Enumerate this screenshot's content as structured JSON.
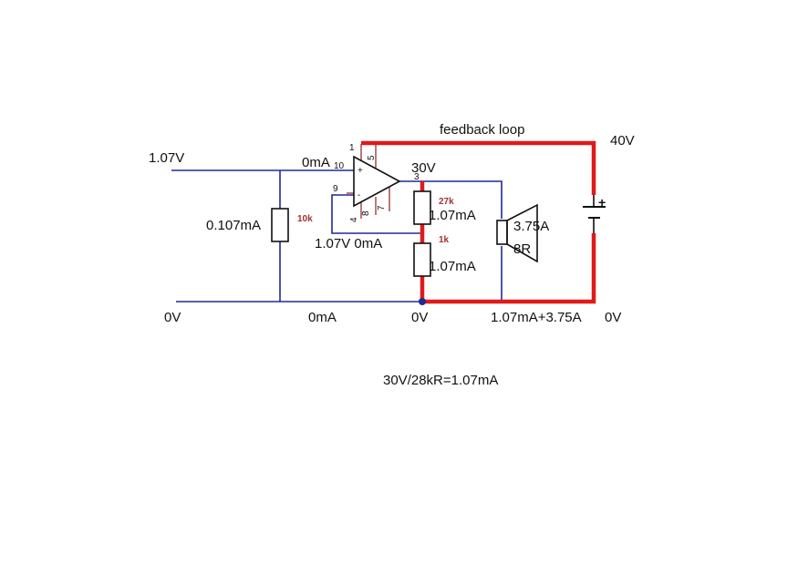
{
  "diagram": {
    "labels": {
      "feedback": "feedback loop",
      "supply_voltage": "40V",
      "input_voltage": "1.07V",
      "noninv_current": "0mA",
      "output_voltage": "30V",
      "r_input_current": "0.107mA",
      "inv_node": "1.07V 0mA",
      "r_top_current": "1.07mA",
      "r_bottom_current": "1.07mA",
      "speaker_current": "3.75A",
      "speaker_impedance": "8R",
      "gnd_left": "0V",
      "gnd_current": "0mA",
      "gnd_mid": "0V",
      "return_current": "1.07mA+3.75A",
      "gnd_right": "0V",
      "formula": "30V/28kR=1.07mA"
    },
    "values": {
      "r_input": "10k",
      "r_top": "27k",
      "r_bottom": "1k"
    },
    "pins": {
      "p1": "1",
      "p5": "5",
      "p10": "10",
      "p3": "3",
      "p9": "9",
      "p4": "4",
      "p8": "8",
      "p7": "7"
    },
    "battery_sign": "+",
    "opamp_plus": "+",
    "opamp_minus": "-"
  }
}
